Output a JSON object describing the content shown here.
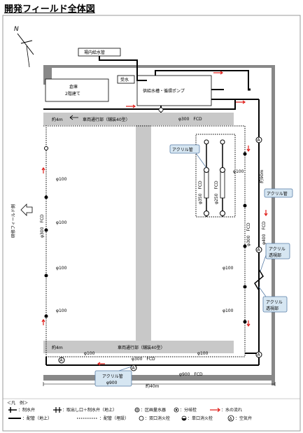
{
  "title": "開発フィールド全体図",
  "compass": "N",
  "labels": {
    "supply_main": "場内給水管",
    "warehouse_line1": "倉庫",
    "warehouse_line2": "2階建て",
    "water_receive": "受水",
    "pump_house": "供給水槽・循環ポンプ",
    "road_top": "車両通行部（舗装40型）",
    "road_bottom": "車両通行部（舗装40型）",
    "width_4m_top": "約4m",
    "width_4m_bottom": "約4m",
    "width_40m": "約40m",
    "height_90m": "約90m",
    "research_field": "研修フィールド側",
    "pipe_300_top": "φ300　FCD",
    "pipe_300_left": "φ300　FCD",
    "pipe_300_right": "φ300　FCD",
    "pipe_400_right": "φ400　FCD",
    "pipe_350": "φ350　FCD",
    "pipe_250": "φ250　FCD",
    "pipe_300_bottom": "φ300　FCD",
    "pipe_900_bottom": "φ900　FCD",
    "left_100_1": "φ100",
    "left_100_2": "φ100",
    "left_100_3": "φ100",
    "left_100_4": "φ100",
    "right_100_top": "φ100",
    "right_100_mid": "φ100",
    "right_100_low": "φ100",
    "bottom_100_left": "φ100",
    "bottom_100_right": "φ100",
    "acrylic_pipe_top": "アクリル管",
    "acrylic_pipe_right": "アクリル管",
    "acrylic_window_1_line1": "アクリル",
    "acrylic_window_1_line2": "透視部",
    "acrylic_window_2_line1": "アクリル",
    "acrylic_window_2_line2": "透視部",
    "acrylic_pipe_bottom_line1": "アクリル管",
    "acrylic_pipe_bottom_line2": "φ900"
  },
  "legend": {
    "header": "＜凡　例＞",
    "valve": "：制水弁",
    "outlet": "：取出し口＋制水弁（地上）",
    "flow_meter": "：区画量水器",
    "branch": "：分岐栓",
    "water_flow": "：水の流れ",
    "pipe_above": "：配管（地上）",
    "pipe_buried": "：配管（埋設）",
    "hydrant_double": "：双口消火栓",
    "hydrant_single": "：単口消火栓",
    "air_valve": "：空気弁",
    "air_valve_symbol": "A"
  },
  "colors": {
    "pipe": "#000000",
    "road": "#c8c8c8",
    "callout_fill": "#d6e6f2",
    "callout_stroke": "#5a7fa8",
    "flow_arrow": "#e0201c",
    "frame": "#9a9a9a"
  }
}
